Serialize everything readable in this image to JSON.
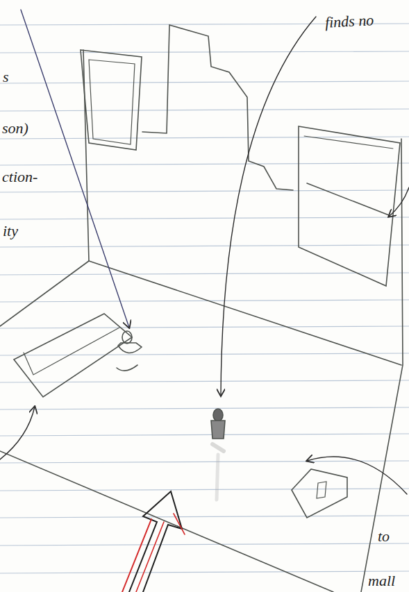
{
  "diagram": {
    "labels": [
      "finds no",
      "s",
      "son)",
      "ction-",
      "ity",
      "to",
      "mall"
    ]
  }
}
